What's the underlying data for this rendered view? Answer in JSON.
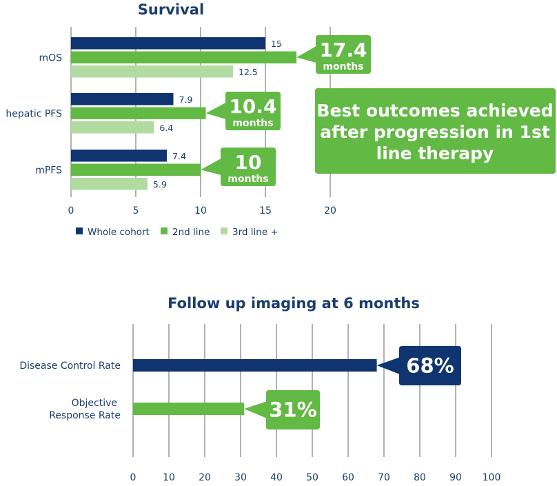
{
  "colors": {
    "navy": "#0f3470",
    "green": "#62b944",
    "light_green": "#b2dba2",
    "axis_text": "#1b3d6e",
    "grid": "#666666",
    "white": "#ffffff"
  },
  "chart_data": [
    {
      "type": "bar",
      "orientation": "horizontal",
      "title": "Survival",
      "categories": [
        "mOS",
        "hepatic PFS",
        "mPFS"
      ],
      "series": [
        {
          "name": "Whole cohort",
          "values": [
            15,
            7.9,
            7.4
          ],
          "value_labels": [
            "15",
            "7.9",
            "7.4"
          ]
        },
        {
          "name": "2nd line",
          "values": [
            17.4,
            10.4,
            10
          ]
        },
        {
          "name": "3rd line +",
          "values": [
            12.5,
            6.4,
            5.9
          ],
          "value_labels": [
            "12.5",
            "6.4",
            "5.9"
          ]
        }
      ],
      "xlim": [
        0,
        20
      ],
      "xticks": [
        "0",
        "5",
        "10",
        "15",
        "20"
      ],
      "grid": true,
      "legend_position": "bottom-left",
      "callouts": [
        {
          "value": "17.4",
          "unit": "months"
        },
        {
          "value": "10.4",
          "unit": "months"
        },
        {
          "value": "10",
          "unit": "months"
        }
      ],
      "note": [
        "Best outcomes achieved",
        "after progression in 1st",
        "line therapy"
      ]
    },
    {
      "type": "bar",
      "orientation": "horizontal",
      "title": "Follow up imaging at 6 months",
      "categories": [
        [
          "Disease Control Rate"
        ],
        [
          "Objective",
          "Response Rate"
        ]
      ],
      "series": [
        {
          "values": [
            68,
            31
          ]
        }
      ],
      "xlim": [
        0,
        100
      ],
      "xticks": [
        "0",
        "10",
        "20",
        "30",
        "40",
        "50",
        "60",
        "70",
        "80",
        "90",
        "100"
      ],
      "grid": true,
      "callouts": [
        {
          "value": "68%"
        },
        {
          "value": "31%"
        }
      ]
    }
  ]
}
